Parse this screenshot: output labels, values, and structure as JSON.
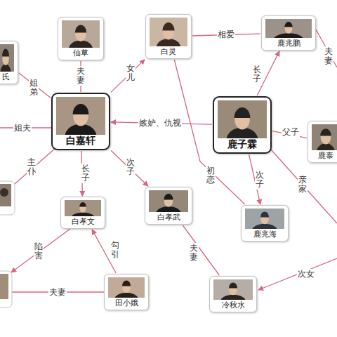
{
  "diagram": {
    "nodes": [
      {
        "text": [
          "仙草"
        ]
      },
      {
        "text": [
          "白灵"
        ]
      },
      {
        "text": [
          "鹿兆鹏"
        ]
      },
      {
        "text": [
          "氏"
        ]
      },
      {
        "text": [
          "白嘉轩"
        ]
      },
      {
        "text": [
          "鹿子霖"
        ]
      },
      {
        "text": [
          "鹿泰"
        ]
      },
      {
        "text": [
          "白孝文"
        ]
      },
      {
        "text": [
          "白孝武"
        ]
      },
      {
        "text": [
          "鹿兆海"
        ]
      },
      {
        "text": [
          "田小娥"
        ]
      },
      {
        "text": [
          "冷秋水"
        ]
      }
    ],
    "edges": [
      {
        "from": 4,
        "to": 0,
        "arrow": "none",
        "label": "夫妻"
      },
      {
        "from": 4,
        "to": 1,
        "arrow": "to",
        "label": "女儿"
      },
      {
        "from": 1,
        "to": 2,
        "arrow": "none",
        "label": "相爱"
      },
      {
        "from": 5,
        "to": 2,
        "arrow": "to",
        "label": "长子"
      },
      {
        "from": 3,
        "to": 4,
        "arrow": "none",
        "label": "姐弟"
      },
      {
        "from": 5,
        "to": 4,
        "arrow": "to",
        "label": "嫉妒、仇视"
      },
      {
        "from": 5,
        "to": 6,
        "arrow": "none",
        "label": "父子"
      },
      {
        "from": 4,
        "to": 7,
        "arrow": "to",
        "label": "长子"
      },
      {
        "from": 4,
        "to": 8,
        "arrow": "to",
        "label": "次子"
      },
      {
        "from": 1,
        "to": 9,
        "arrow": "none",
        "label": "初恋"
      },
      {
        "from": 5,
        "to": 9,
        "arrow": "to",
        "label": "次子"
      },
      {
        "from": 10,
        "to": 7,
        "arrow": "to",
        "label": "勾引"
      },
      {
        "from": 8,
        "to": 11,
        "arrow": "none",
        "label": "夫妻"
      }
    ],
    "labels": [
      "夫妻",
      "姐夫",
      "主仆",
      "亲家",
      "陷害",
      "次女",
      "夫妻"
    ]
  }
}
